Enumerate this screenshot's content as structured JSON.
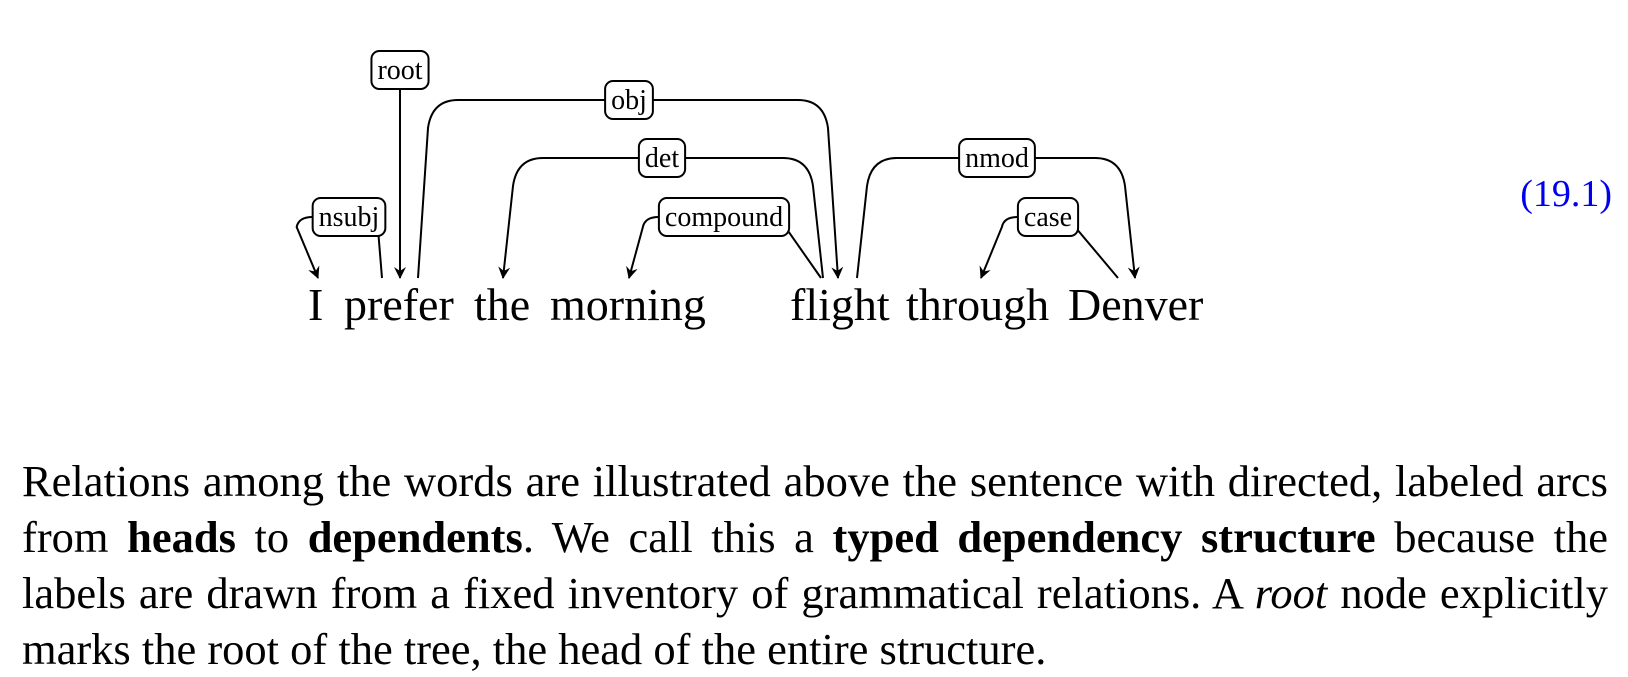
{
  "diagram": {
    "words": [
      "I",
      "prefer",
      "the",
      "morning",
      "flight",
      "through",
      "Denver"
    ],
    "root_label": "root",
    "root_word_index": 1,
    "arcs": [
      {
        "label": "nsubj",
        "head": 1,
        "dependent": 0
      },
      {
        "label": "obj",
        "head": 1,
        "dependent": 4
      },
      {
        "label": "det",
        "head": 4,
        "dependent": 2
      },
      {
        "label": "compound",
        "head": 4,
        "dependent": 3
      },
      {
        "label": "nmod",
        "head": 4,
        "dependent": 6
      },
      {
        "label": "case",
        "head": 6,
        "dependent": 5
      }
    ]
  },
  "equation_number": "(19.1)",
  "paragraph": {
    "p1": "Relations among the words are illustrated above the sentence with directed, labeled arcs from ",
    "b1": "heads",
    "p2": " to ",
    "b2": "dependents",
    "p3": ".  We call this a ",
    "b3": "typed dependency structure",
    "p4": " because the labels are drawn from a fixed inventory of grammatical relations.  A ",
    "i1": "root",
    "p5": " node explicitly marks the root of the tree, the head of the entire structure."
  }
}
